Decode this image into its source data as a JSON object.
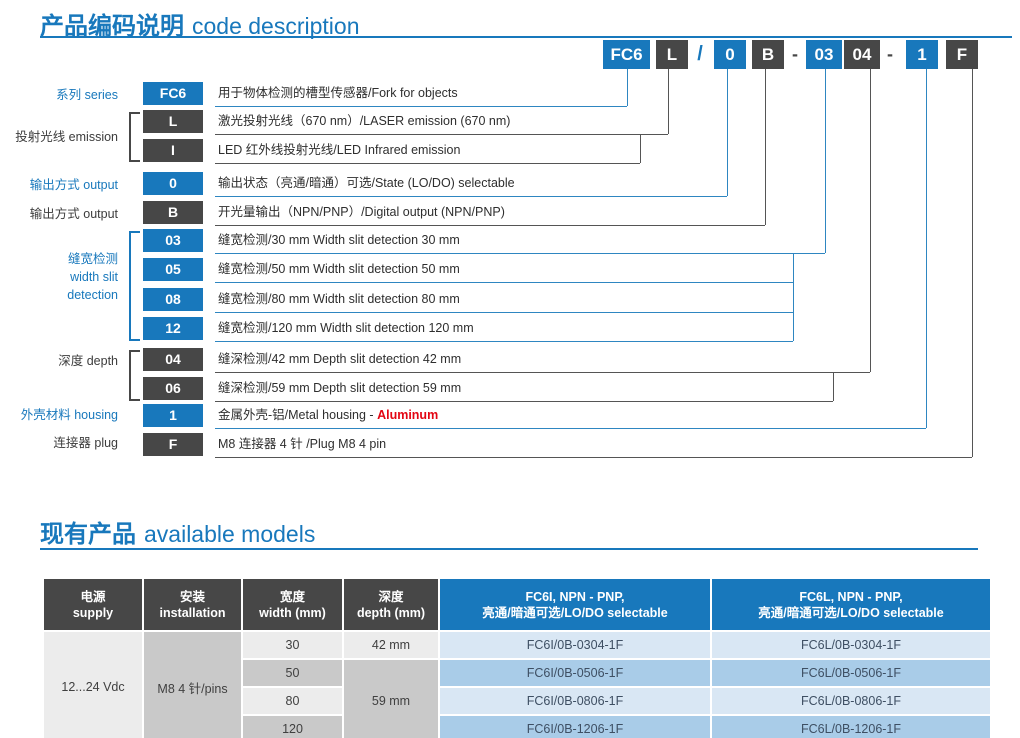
{
  "titles": {
    "code_zh": "产品编码说明",
    "code_en": "code description",
    "models_zh": "现有产品",
    "models_en": "available models"
  },
  "colors": {
    "accent_blue": "#1878bc",
    "dark_gray": "#474747",
    "red_highlight": "#e30613",
    "row_light_gray": "#ececec",
    "row_medium_gray": "#c9c9c9",
    "row_light_blue": "#d9e7f4",
    "row_medium_blue": "#a9cce8"
  },
  "code_strip": [
    {
      "t": "FC6"
    },
    {
      "t": "L"
    },
    {
      "t": "/"
    },
    {
      "t": "0"
    },
    {
      "t": "B"
    },
    {
      "t": "-"
    },
    {
      "t": "03"
    },
    {
      "t": "04"
    },
    {
      "t": "-"
    },
    {
      "t": "1"
    },
    {
      "t": "F"
    }
  ],
  "labels": {
    "series": "系列 series",
    "emission": "投射光线 emission",
    "output_state": "输出方式 output",
    "output_digital": "输出方式 output",
    "width_slit_l1": "缝宽检测",
    "width_slit_l2": "width slit",
    "width_slit_l3": "detection",
    "depth": "深度 depth",
    "housing": "外壳材料 housing",
    "plug": "连接器 plug"
  },
  "rows": [
    {
      "code": "FC6",
      "desc": "用于物体检测的槽型传感器/Fork for objects"
    },
    {
      "code": "L",
      "desc": "激光投射光线（670 nm）/LASER emission (670 nm)"
    },
    {
      "code": "I",
      "desc": "LED 红外线投射光线/LED Infrared emission"
    },
    {
      "code": "0",
      "desc": "输出状态（亮通/暗通）可选/State (LO/DO) selectable"
    },
    {
      "code": "B",
      "desc": "开光量输出（NPN/PNP）/Digital output (NPN/PNP)"
    },
    {
      "code": "03",
      "desc": "缝宽检测/30 mm Width slit detection 30 mm"
    },
    {
      "code": "05",
      "desc": "缝宽检测/50 mm Width slit detection 50 mm"
    },
    {
      "code": "08",
      "desc": "缝宽检测/80 mm Width slit detection 80 mm"
    },
    {
      "code": "12",
      "desc": "缝宽检测/120 mm Width slit detection 120 mm"
    },
    {
      "code": "04",
      "desc": "缝深检测/42 mm Depth slit detection 42 mm"
    },
    {
      "code": "06",
      "desc": "缝深检测/59 mm Depth slit detection 59 mm"
    },
    {
      "code": "1",
      "desc": "金属外壳-铝/Metal housing - ",
      "desc_red": "Aluminum"
    },
    {
      "code": "F",
      "desc": "M8 连接器 4 针 /Plug M8 4 pin"
    }
  ],
  "table": {
    "headers": [
      {
        "zh": "电源",
        "en": "supply"
      },
      {
        "zh": "安装",
        "en": "installation"
      },
      {
        "zh": "宽度",
        "en": "width (mm)"
      },
      {
        "zh": "深度",
        "en": "depth (mm)"
      },
      {
        "l1": "FC6I, NPN - PNP,",
        "l2": "亮通/暗通可选/LO/DO selectable"
      },
      {
        "l1": "FC6L, NPN - PNP,",
        "l2": "亮通/暗通可选/LO/DO selectable"
      }
    ],
    "supply": "12...24 Vdc",
    "installation": "M8 4 针/pins",
    "widths": [
      "30",
      "50",
      "80",
      "120"
    ],
    "depths": [
      "42 mm",
      "59 mm"
    ],
    "fc6i_models": [
      "FC6I/0B-0304-1F",
      "FC6I/0B-0506-1F",
      "FC6I/0B-0806-1F",
      "FC6I/0B-1206-1F"
    ],
    "fc6l_models": [
      "FC6L/0B-0304-1F",
      "FC6L/0B-0506-1F",
      "FC6L/0B-0806-1F",
      "FC6L/0B-1206-1F"
    ]
  }
}
